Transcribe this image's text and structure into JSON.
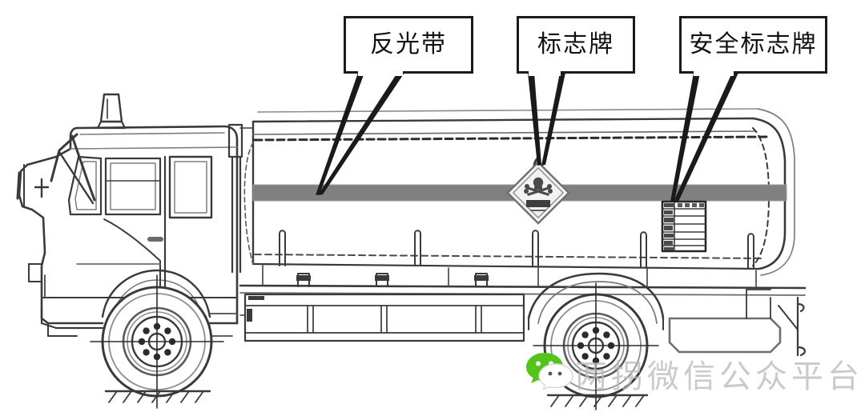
{
  "diagram": {
    "subject": "tanker-truck-side-view",
    "background_color": "#ffffff",
    "line_color": "#3a3a3a",
    "reflective_strip_color": "#808080",
    "callouts": [
      {
        "id": "reflective-strip",
        "label": "反光带",
        "points_to": "gray reflective band along tank side"
      },
      {
        "id": "hazard-placard",
        "label": "标志牌",
        "points_to": "diamond hazard placard on tank"
      },
      {
        "id": "safety-sign-board",
        "label": "安全标志牌",
        "points_to": "rectangular safety information board"
      }
    ],
    "hazard_placard": {
      "shape": "diamond",
      "symbol": "skull-and-crossbones",
      "color": "#7a7a7a"
    },
    "safety_board": {
      "shape": "rectangle",
      "rows": 7,
      "color": "#4a4a4a"
    },
    "vehicle_parts": [
      "cab",
      "roof-beacon",
      "side-mirror",
      "windshield",
      "door-window",
      "front-wheel",
      "rear-wheel",
      "tank-body",
      "tank-rear-cap",
      "chassis-frame",
      "side-guard-rail",
      "fuel-tank-box",
      "rear-ladder",
      "ground-line"
    ]
  },
  "watermark": {
    "text": "两拐微信公众平台",
    "logo": "wechat-logo",
    "logo_color": "#52c41a",
    "text_color": "#b9b9b9"
  }
}
